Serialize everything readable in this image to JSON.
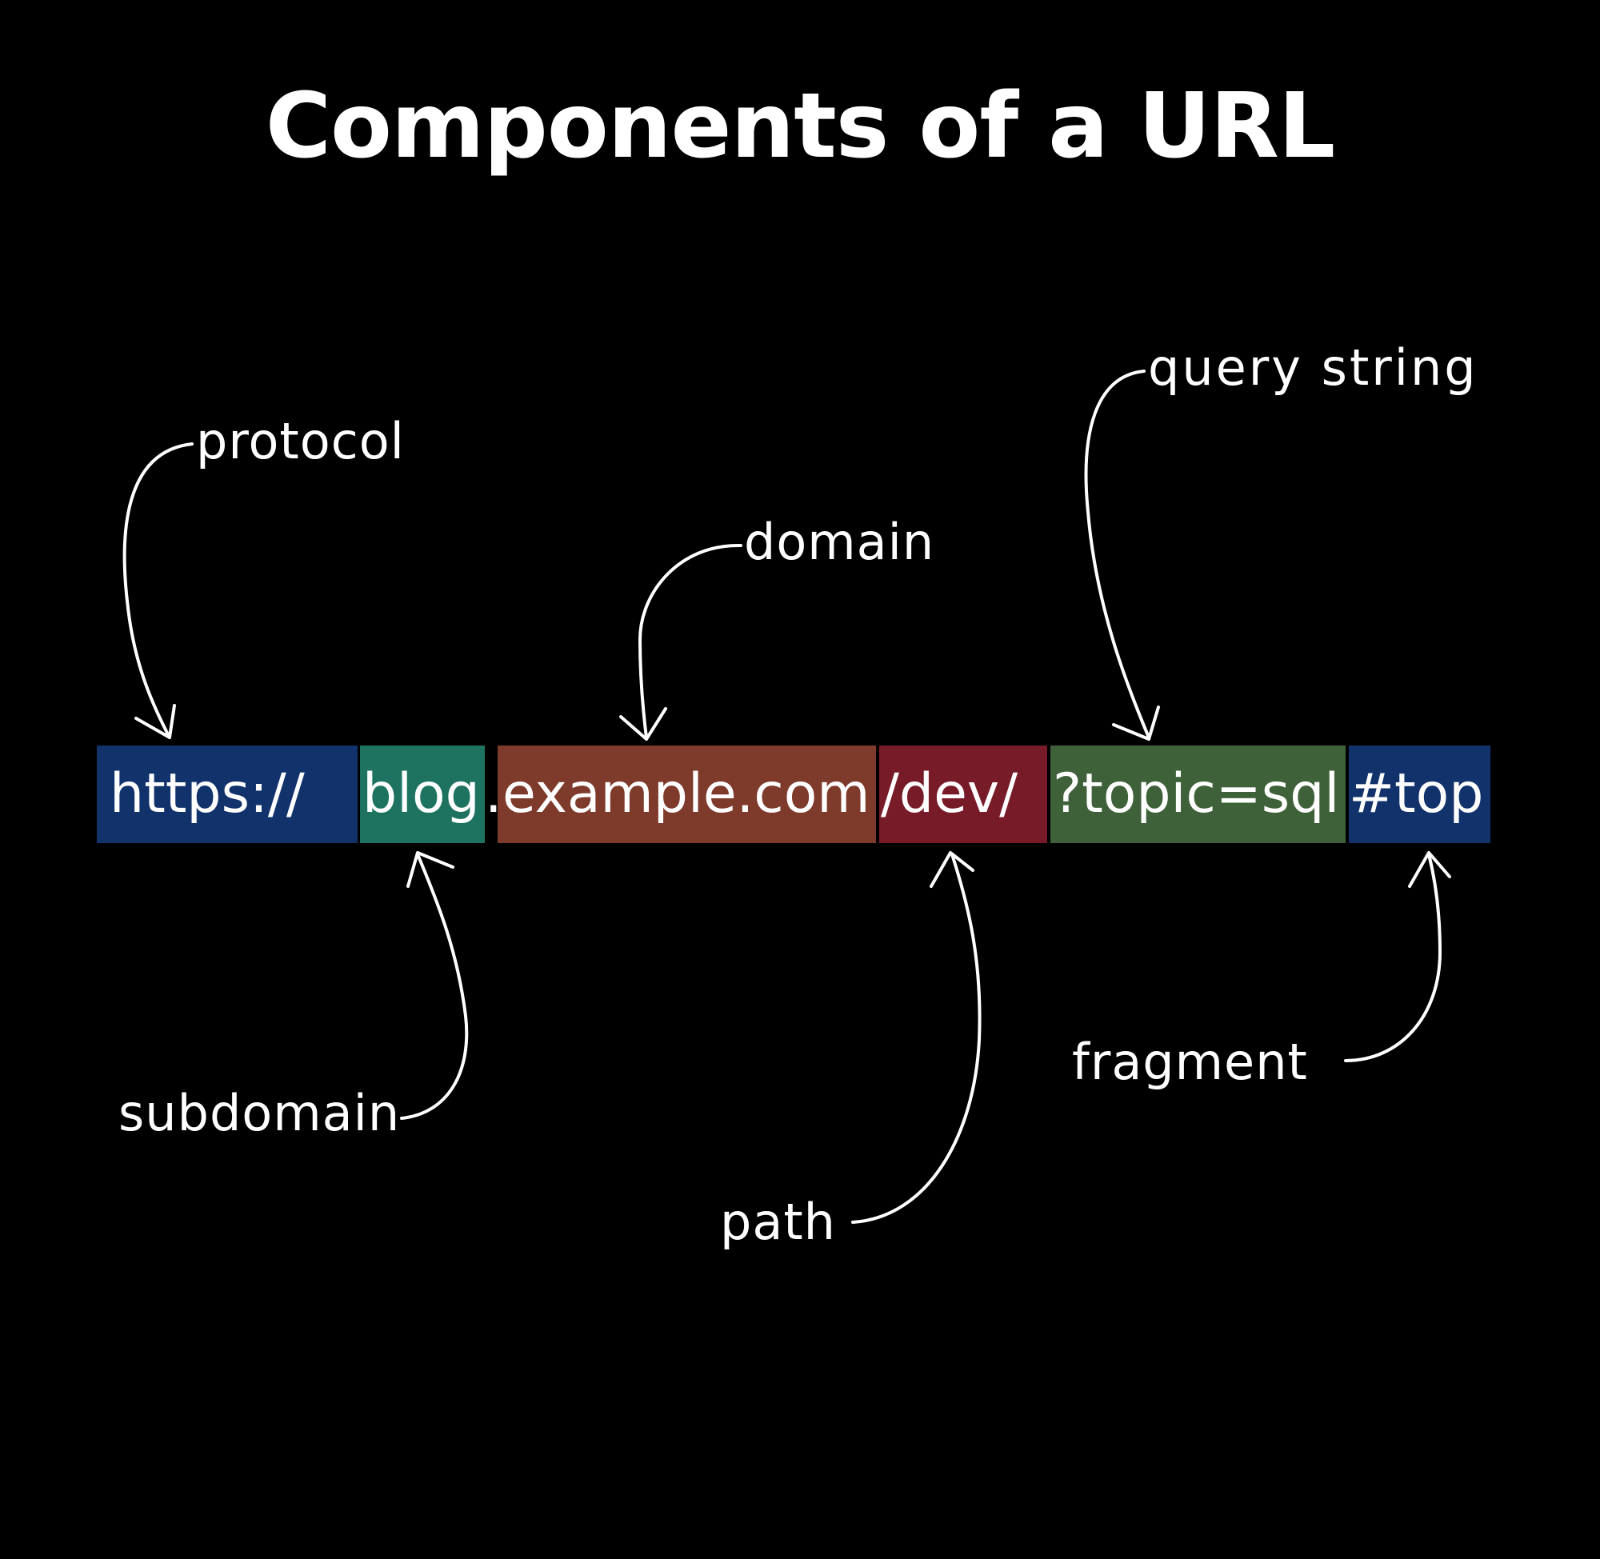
{
  "title": "Components of a URL",
  "url_segments": [
    {
      "id": "protocol",
      "text": "https://",
      "color": "#12326b"
    },
    {
      "id": "subdomain",
      "text": "blog",
      "color": "#1e7360"
    },
    {
      "id": "dot",
      "text": ".",
      "color": "#000000"
    },
    {
      "id": "domain",
      "text": "example.com",
      "color": "#7e3b2c"
    },
    {
      "id": "path",
      "text": "/dev/",
      "color": "#771b29"
    },
    {
      "id": "query",
      "text": "?topic=sql",
      "color": "#3f6139"
    },
    {
      "id": "fragment",
      "text": "#top",
      "color": "#12326b"
    }
  ],
  "labels": {
    "protocol": "protocol",
    "domain": "domain",
    "query": "query string",
    "subdomain": "subdomain",
    "path": "path",
    "fragment": "fragment"
  }
}
